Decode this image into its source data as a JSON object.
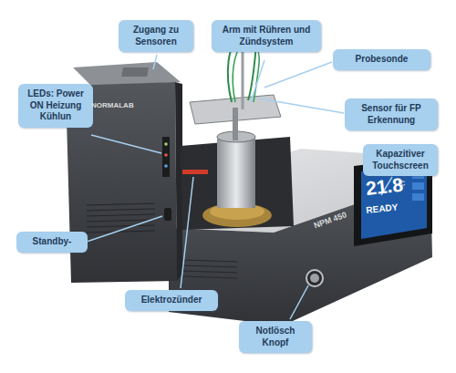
{
  "diagram": {
    "nodes": [
      {
        "text": [
          "Zugang zu Sensoren"
        ]
      },
      {
        "text": [
          "Arm mit Rühren und Zündsystem"
        ]
      },
      {
        "text": [
          "Probesonde"
        ]
      },
      {
        "text": [
          "LEDs: Power ON Heizung Kühlun"
        ]
      },
      {
        "text": [
          "Sensor für FP Erkennung"
        ]
      },
      {
        "text": [
          "Kapazitiver Touchscreen"
        ]
      },
      {
        "text": [
          "Standby-"
        ]
      },
      {
        "text": [
          "Elektrozünder"
        ]
      },
      {
        "text": [
          "Notlösch Knopf"
        ]
      }
    ],
    "labels": [
      "NORMALAB",
      "NPM 450",
      "21.8",
      "°C",
      "READY"
    ]
  }
}
